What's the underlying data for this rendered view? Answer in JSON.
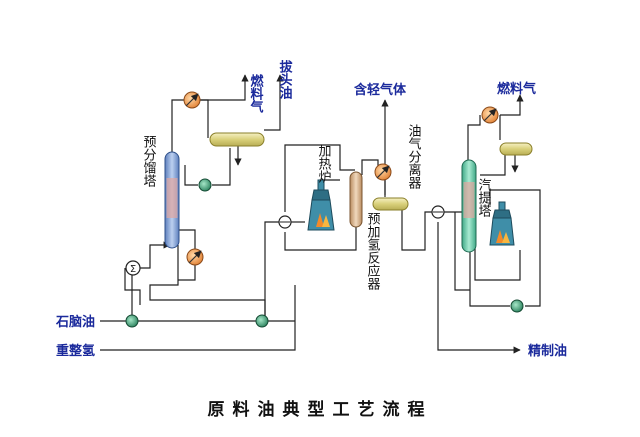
{
  "labels": {
    "fuel_gas_1": "燃料气",
    "stripped_oil": "拔头油",
    "prefractionator": "预分馏塔",
    "heater": "加热炉",
    "prehydro_reactor": "预加氢反应器",
    "light_gas": "含轻气体",
    "separator": "油气分离器",
    "fuel_gas_2": "燃料气",
    "stripper": "汽提塔",
    "naphtha": "石脑油",
    "reformer_h2": "重整氢",
    "refined_oil": "精制油"
  },
  "caption": "原料油典型工艺流程",
  "colors": {
    "label_blue": "#1b2a9c",
    "column_blue": "#8aa8d8",
    "column_green": "#6cc9a8",
    "drum_yellow": "#e9e3a0",
    "reactor_tan": "#d8b58f",
    "pump_green": "#2f9a6e",
    "exchanger_orange": "#f2a05a"
  }
}
